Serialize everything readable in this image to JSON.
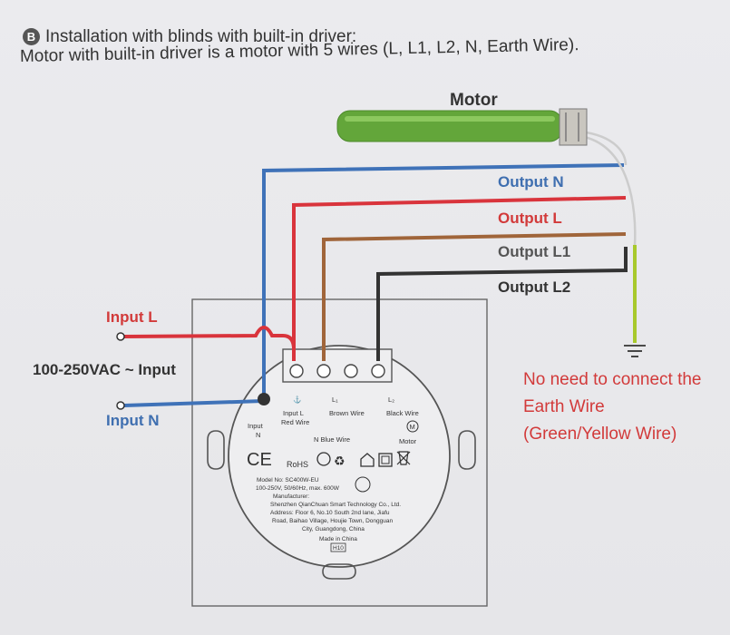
{
  "header": {
    "badge": "B",
    "title": "Installation with blinds with built-in driver:",
    "subtitle": "Motor with built-in driver is a motor with 5 wires (L, L1, L2, N, Earth Wire)."
  },
  "motor": {
    "label": "Motor"
  },
  "outputs": {
    "n": "Output N",
    "l": "Output L",
    "l1": "Output L1",
    "l2": "Output L2"
  },
  "inputs": {
    "l": "Input L",
    "voltage": "100-250VAC ~ Input",
    "n": "Input N"
  },
  "note": {
    "line1": "No need to connect the",
    "line2": "Earth Wire",
    "line3": "(Green/Yellow Wire)"
  },
  "device": {
    "input_l": "Input L",
    "red_wire": "Red Wire",
    "l1": "L₁",
    "brown_wire": "Brown Wire",
    "l2": "L₂",
    "black_wire": "Black Wire",
    "input": "Input",
    "n_small": "N",
    "n_blue": "N  Blue Wire",
    "m": "M",
    "motor": "Motor",
    "ce": "CE",
    "rohs": "RoHS",
    "model": "Model No: SC400W-EU",
    "rating": "100-250V, 50/60Hz, max. 600W",
    "manufacturer": "Manufacturer:",
    "company": "Shenzhen QianChuan Smart Technology Co., Ltd.",
    "addr1": "Address: Floor 6, No.10 South 2nd lane, Jiafu",
    "addr2": "Road, Baihao Village, Houjie Town, Dongguan",
    "addr3": "City, Guangdong, China",
    "made": "Made in China",
    "h10": "H10"
  },
  "colors": {
    "live_red": "#d9343c",
    "neutral_blue": "#3f72b8",
    "brown": "#a0653a",
    "black": "#333333",
    "earth_green": "#a8c92c",
    "motor_green": "#63a63a",
    "label_red": "#d23a3a",
    "label_blue": "#3f6fb0"
  }
}
